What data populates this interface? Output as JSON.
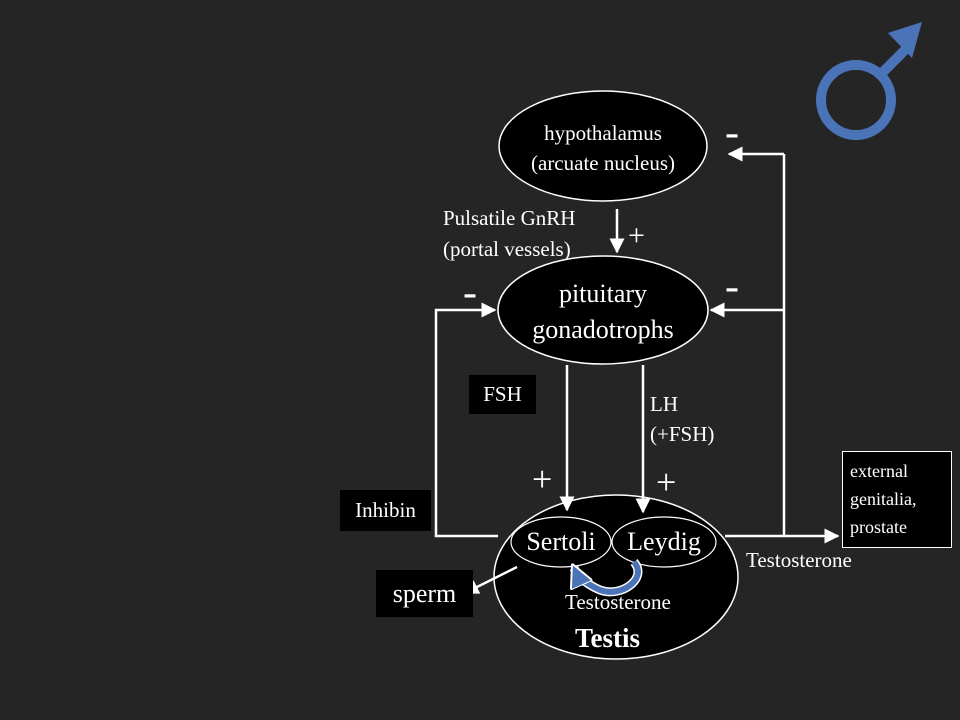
{
  "nodes": {
    "hypothalamus": [
      "hypothalamus",
      "(arcuate nucleus)"
    ],
    "pituitary": [
      "pituitary",
      "gonadotrophs"
    ],
    "sertoli": "Sertoli",
    "leydig": "Leydig",
    "testis": "Testis"
  },
  "labels": {
    "gnrh": [
      "Pulsatile GnRH",
      "(portal vessels)"
    ],
    "plus_gnrh": "+",
    "minus_top": "-",
    "minus_left": "-",
    "minus_right": "-",
    "fsh": "FSH",
    "lh": [
      "LH",
      "(+FSH)"
    ],
    "plus_fsh": "+",
    "plus_lh": "+",
    "inhibin": "Inhibin",
    "sperm": "sperm",
    "testosterone_internal": "Testosterone",
    "testosterone_output": "Testosterone",
    "target": [
      "external",
      "genitalia,",
      "prostate"
    ]
  },
  "icons": {
    "male_symbol": "male-symbol-icon"
  },
  "colors": {
    "background": "#252525",
    "accent": "#4a73b8",
    "line": "#ffffff"
  }
}
